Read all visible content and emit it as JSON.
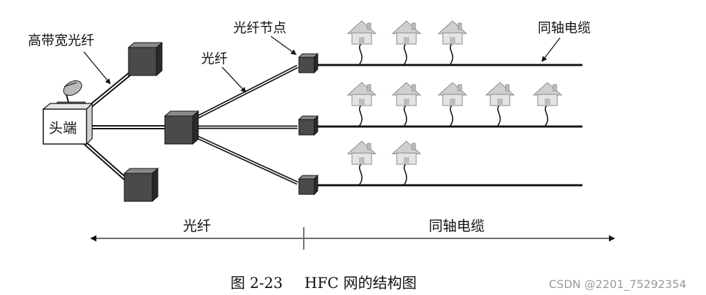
{
  "labels": {
    "head_end": "头端",
    "high_bandwidth_fiber": "高带宽光纤",
    "fiber_node": "光纤节点",
    "fiber": "光纤",
    "coax": "同轴电缆",
    "section_fiber": "光纤",
    "section_coax": "同轴电缆"
  },
  "caption": {
    "figure_number": "图 2-23",
    "title": "HFC 网的结构图"
  },
  "watermark": "CSDN @2201_75292354",
  "houses_per_branch": [
    3,
    5,
    2
  ]
}
